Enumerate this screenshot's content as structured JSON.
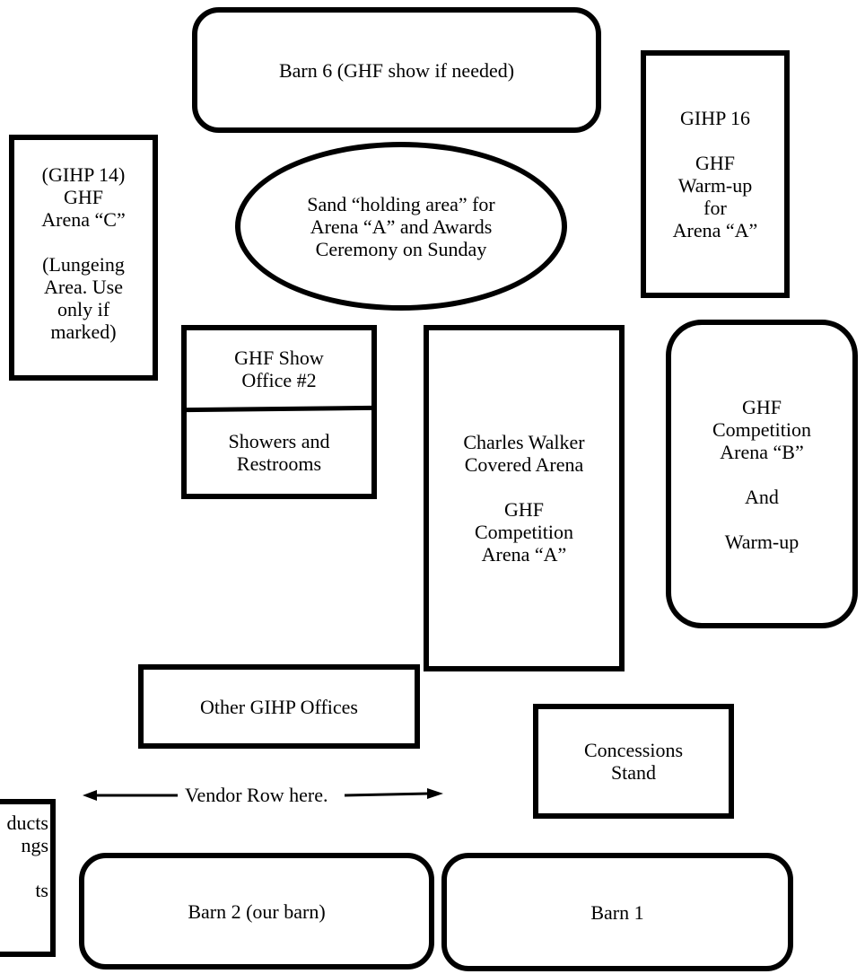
{
  "barn6": {
    "lines": [
      "Barn 6 (GHF show if needed)"
    ]
  },
  "gihp16": {
    "line1": "GIHP 16",
    "line2": "GHF",
    "line3": "Warm-up",
    "line4": "for",
    "line5": "Arena “A”"
  },
  "gihp14": {
    "line1": "(GIHP 14)",
    "line2": "GHF",
    "line3": "Arena “C”",
    "line4": "(Lungeing",
    "line5": "Area. Use",
    "line6": "only if",
    "line7": "marked)"
  },
  "sand_area": {
    "line1": "Sand “holding area” for",
    "line2": "Arena “A” and Awards",
    "line3": "Ceremony on Sunday"
  },
  "show_office_2": {
    "top_line1": "GHF Show",
    "top_line2": "Office #2",
    "bottom_line1": "Showers and",
    "bottom_line2": "Restrooms"
  },
  "charles_walker": {
    "line1": "Charles Walker",
    "line2": "Covered Arena",
    "line3": "GHF",
    "line4": "Competition",
    "line5": "Arena “A”"
  },
  "arena_b": {
    "line1": "GHF",
    "line2": "Competition",
    "line3": "Arena “B”",
    "line4": "And",
    "line5": "Warm-up"
  },
  "other_offices": {
    "label": "Other GIHP Offices"
  },
  "concessions": {
    "line1": "Concessions",
    "line2": "Stand"
  },
  "vendor_row": {
    "label": "Vendor Row here."
  },
  "barn2": {
    "label": "Barn 2 (our barn)"
  },
  "barn1": {
    "label": "Barn 1"
  },
  "left_partial_box": {
    "line1": "ducts",
    "line2": "ngs",
    "line3": "ts"
  }
}
